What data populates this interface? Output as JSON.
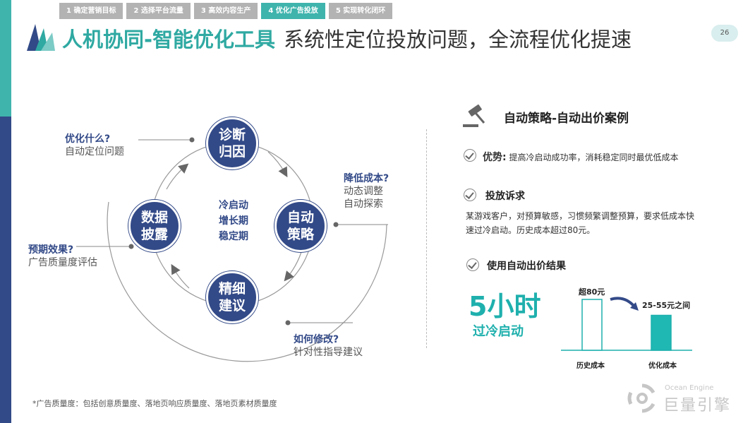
{
  "nav": {
    "tabs": [
      {
        "label": "1 确定营销目标",
        "active": false
      },
      {
        "label": "2 选择平台流量",
        "active": false
      },
      {
        "label": "3 高效内容生产",
        "active": false
      },
      {
        "label": "4 优化广告投放",
        "active": true
      },
      {
        "label": "5 实现转化闭环",
        "active": false
      }
    ]
  },
  "header": {
    "title_highlight": "人机协同-智能优化工具",
    "title_rest": "系统性定位投放问题，全流程优化提速",
    "page_number": "26"
  },
  "cycle": {
    "nodes": {
      "top": {
        "line1": "诊断",
        "line2": "归因"
      },
      "right": {
        "line1": "自动",
        "line2": "策略"
      },
      "bottom": {
        "line1": "精细",
        "line2": "建议"
      },
      "left": {
        "line1": "数据",
        "line2": "披露"
      }
    },
    "center": [
      "冷启动",
      "增长期",
      "稳定期"
    ],
    "labels": {
      "top_left": {
        "q": "优化什么?",
        "a": "自动定位问题"
      },
      "right": {
        "q": "降低成本?",
        "a1": "动态调整",
        "a2": "自动探索"
      },
      "left": {
        "q": "预期效果?",
        "a": "广告质量度评估"
      },
      "bottom": {
        "q": "如何修改?",
        "a": "针对性指导建议"
      }
    }
  },
  "footnote": "*广告质量度：包括创意质量度、落地页响应质量度、落地页素材质量度",
  "case": {
    "title": "自动策略-自动出价案例",
    "advantage_label": "优势:",
    "advantage_text": "提高冷启动成功率，消耗稳定同时最优低成本",
    "demand_head": "投放诉求",
    "demand_text": "某游戏客户，对预算敏感，习惯频繁调整预算，要求低成本快速过冷启动。历史成本超过80元。",
    "result_head": "使用自动出价结果",
    "big_time": "5小时",
    "big_sub": "过冷启动"
  },
  "chart_data": {
    "type": "bar",
    "categories": [
      "历史成本",
      "优化成本"
    ],
    "value_labels": [
      "超80元",
      "25-55元之间"
    ],
    "values": [
      80,
      55
    ],
    "colors": [
      "#ffffff",
      "#1fb8b3"
    ],
    "accent": "#1fb0ad"
  },
  "brand": {
    "en": "Ocean Engine",
    "cn": "巨量引擎"
  }
}
